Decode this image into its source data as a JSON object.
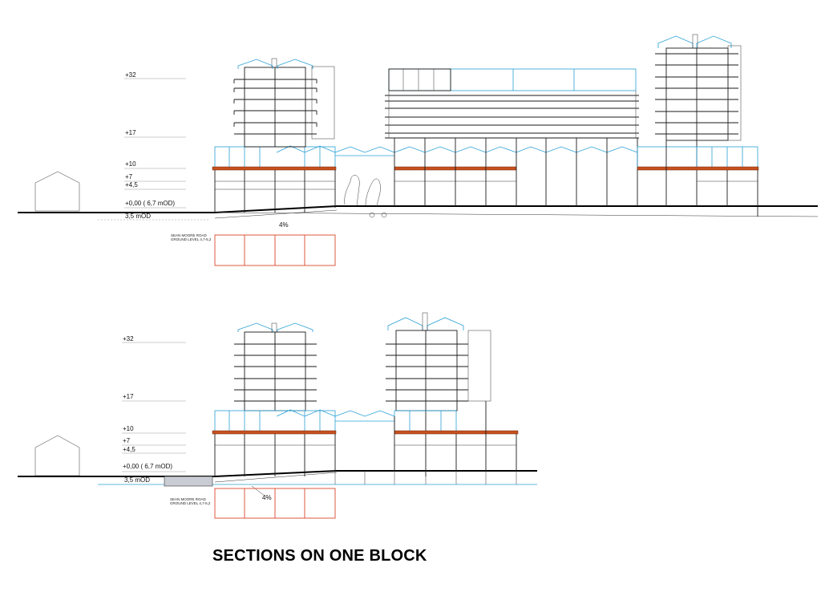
{
  "title": "SECTIONS ON ONE BLOCK",
  "colors": {
    "glazing": "#2aa0d6",
    "slab": "#c8501e",
    "basement": "#d9472b",
    "structure": "#1a1a1a"
  },
  "sections": [
    {
      "levels": [
        "+32",
        "+17",
        "+10",
        "+7",
        "+4,5",
        "+0,00 (  6,7 mOD)",
        "3,5 mOD"
      ],
      "road_note": [
        "SEAN MOORE ROAD",
        "GROUND LEVEL 4,7-5,2"
      ],
      "slope": "4%"
    },
    {
      "levels": [
        "+32",
        "+17",
        "+10",
        "+7",
        "+4,5",
        "+0,00 (  6,7 mOD)",
        "3,5 mOD"
      ],
      "road_note": [
        "SEAN MOORE ROAD",
        "GROUND LEVEL 4,7-5,2"
      ],
      "slope": "4%"
    }
  ]
}
